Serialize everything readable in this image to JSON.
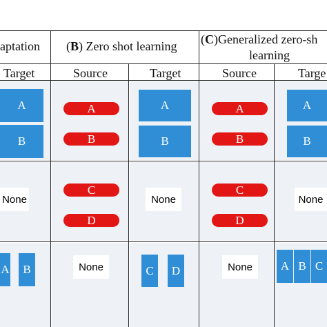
{
  "headers": {
    "a_title": "aptation",
    "b_letter": "B",
    "b_title": "Zero shot learning",
    "c_letter": "C",
    "c_title_line1": "Generalized zero-sh",
    "c_title_line2": "learning",
    "sub_target_a": "Target",
    "sub_source_b": "Source",
    "sub_target_b": "Target",
    "sub_source_c": "Source",
    "sub_target_c": "Targe"
  },
  "boxes": {
    "A": "A",
    "B": "B",
    "C": "C",
    "D": "D",
    "none": "None"
  },
  "colors": {
    "blue": "#2f8ed6",
    "red": "#e31616",
    "cell_bg": "#eef2f7"
  }
}
